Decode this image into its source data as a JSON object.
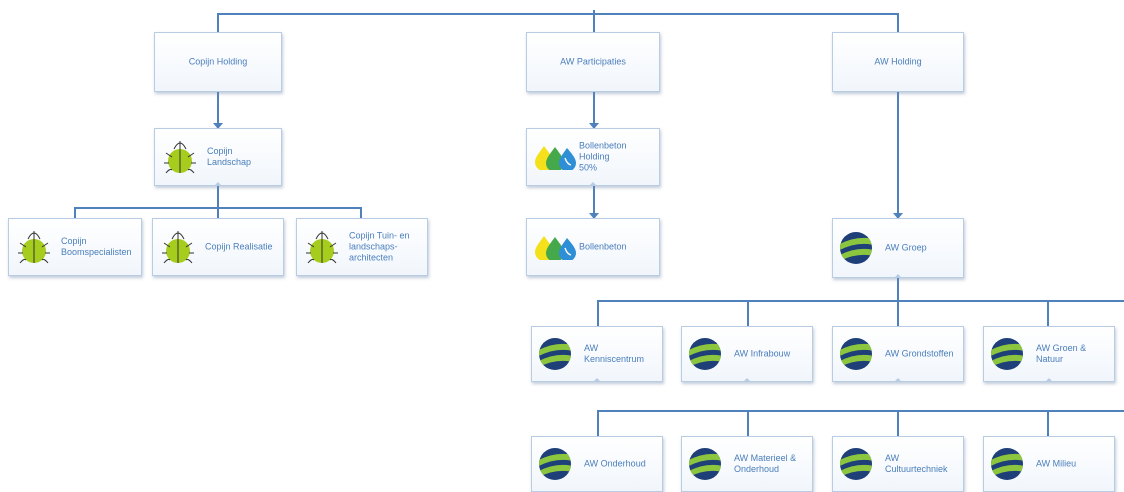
{
  "nodes": {
    "copijn_holding": {
      "label": "Copijn Holding"
    },
    "aw_participaties": {
      "label": "AW Participaties"
    },
    "aw_holding": {
      "label": "AW Holding"
    },
    "copijn_landschap": {
      "label": "Copijn Landschap",
      "logo": "copijn-plant-icon"
    },
    "bollenbeton_holding": {
      "label_lines": [
        "Bollenbeton",
        "Holding",
        "50%"
      ],
      "logo": "bollenbeton-drops-icon"
    },
    "copijn_boomspecialisten": {
      "label_lines": [
        "Copijn",
        "Boomspecialisten"
      ],
      "logo": "copijn-plant-icon"
    },
    "copijn_realisatie": {
      "label": "Copijn Realisatie",
      "logo": "copijn-plant-icon"
    },
    "copijn_tuin": {
      "label_lines": [
        "Copijn Tuin- en",
        "landschaps-",
        "architecten"
      ],
      "logo": "copijn-plant-icon"
    },
    "bollenbeton": {
      "label": "Bollenbeton",
      "logo": "bollenbeton-drops-icon"
    },
    "aw_groep": {
      "label": "AW Groep",
      "logo": "aw-globe-icon"
    },
    "aw_kenniscentrum": {
      "label_lines": [
        "AW",
        "Kenniscentrum"
      ],
      "logo": "aw-globe-icon"
    },
    "aw_infrabouw": {
      "label": "AW Infrabouw",
      "logo": "aw-globe-icon"
    },
    "aw_grondstoffen": {
      "label": "AW Grondstoffen",
      "logo": "aw-globe-icon"
    },
    "aw_groen_natuur": {
      "label_lines": [
        "AW Groen &",
        "Natuur"
      ],
      "logo": "aw-globe-icon"
    },
    "aw_onderhoud": {
      "label": "AW Onderhoud",
      "logo": "aw-globe-icon"
    },
    "aw_materieel_onderhoud": {
      "label_lines": [
        "AW Materieel &",
        "Onderhoud"
      ],
      "logo": "aw-globe-icon"
    },
    "aw_cultuurtechniek": {
      "label_lines": [
        "AW",
        "Cultuurtechniek"
      ],
      "logo": "aw-globe-icon"
    },
    "aw_milieu": {
      "label": "AW Milieu",
      "logo": "aw-globe-icon"
    }
  },
  "colors": {
    "connector": "#4f81bd",
    "node_border": "#b8cce4",
    "text": "#4a7ebb",
    "copijn_green": "#a6cc1e",
    "aw_navy": "#1f3f78",
    "aw_green": "#8cc63e",
    "drop_yellow": "#f5e11b",
    "drop_green": "#45a84a",
    "drop_blue": "#2f8fd6"
  }
}
